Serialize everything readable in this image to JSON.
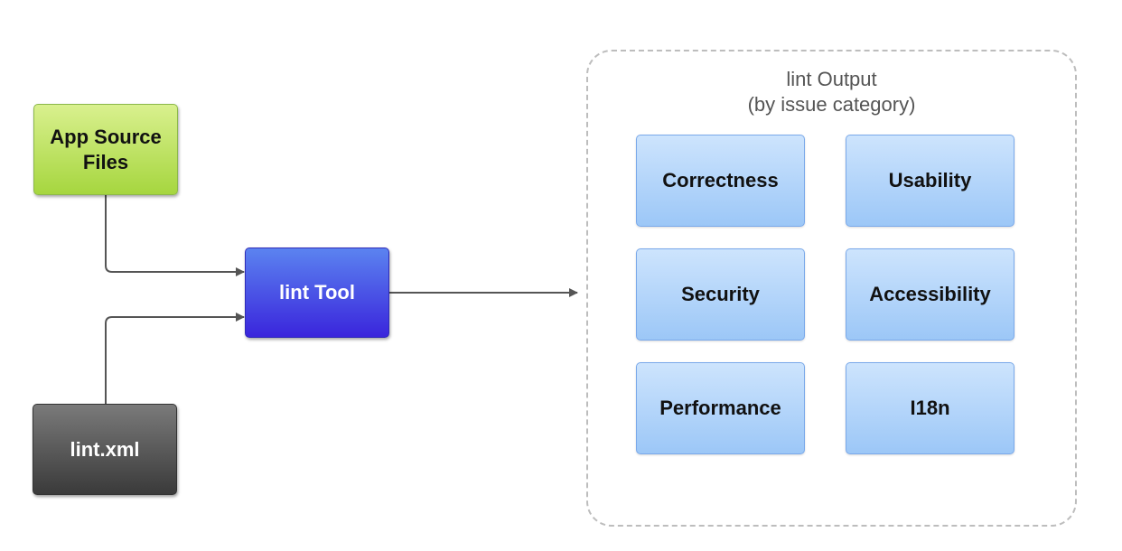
{
  "nodes": {
    "app_source": "App Source\nFiles",
    "lint_tool": "lint Tool",
    "lint_xml": "lint.xml"
  },
  "output": {
    "title_line1": "lint Output",
    "title_line2": "(by issue category)",
    "categories": [
      "Correctness",
      "Usability",
      "Security",
      "Accessibility",
      "Performance",
      "I18n"
    ]
  },
  "colors": {
    "source": "#a6d63f",
    "tool": "#3a25dc",
    "config": "#3a3a3a",
    "category": "#9cc7f7",
    "connector": "#555555"
  }
}
